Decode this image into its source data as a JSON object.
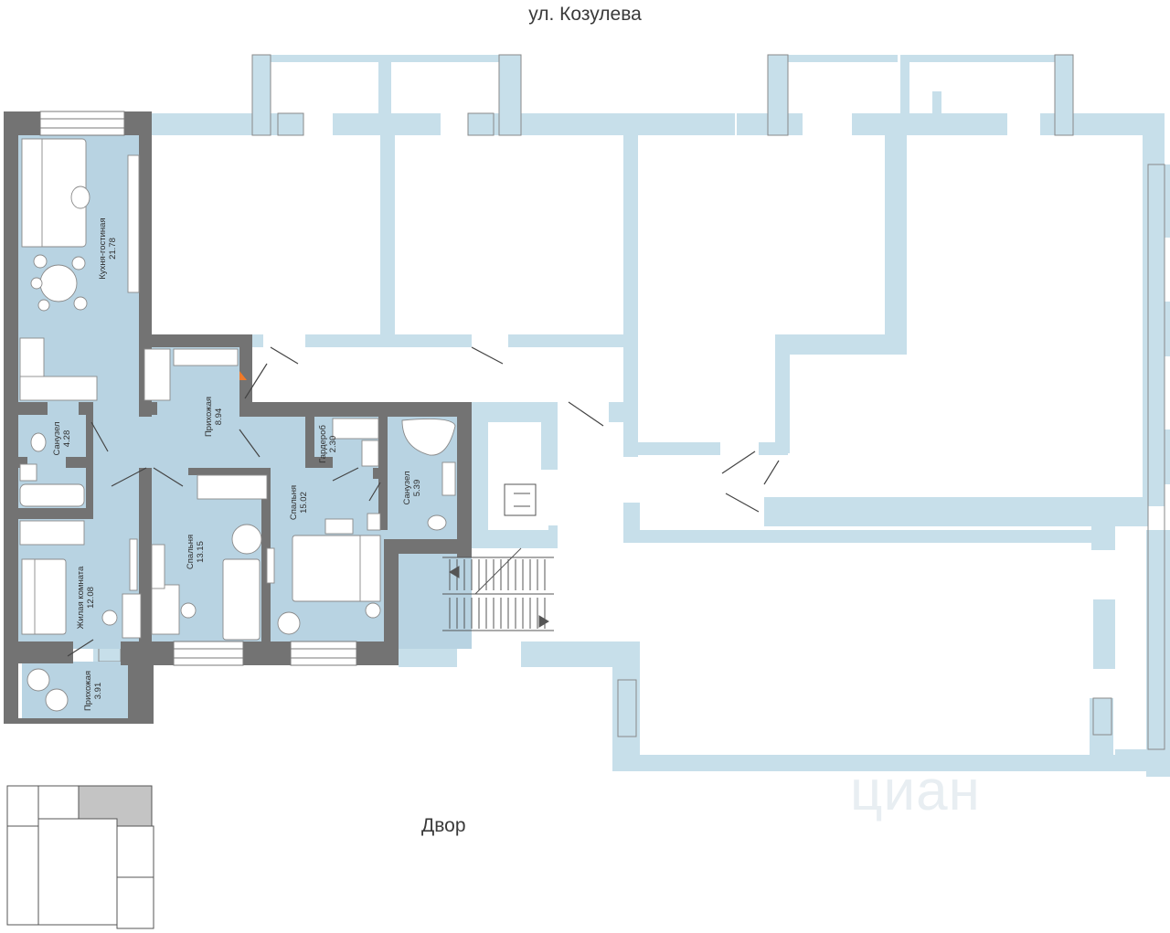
{
  "street_label": "ул. Козулева",
  "yard_label": "Двор",
  "watermark": "циан",
  "rooms": [
    {
      "id": "kitchen",
      "name": "Кухня-гостиная",
      "area": "21.78"
    },
    {
      "id": "hall-main",
      "name": "Прихожая",
      "area": "8.94"
    },
    {
      "id": "bath-1",
      "name": "Санузел",
      "area": "4.28"
    },
    {
      "id": "wardrobe",
      "name": "Гардероб",
      "area": "2.30"
    },
    {
      "id": "bath-2",
      "name": "Санузел",
      "area": "5.39"
    },
    {
      "id": "bedroom-1",
      "name": "Спальня",
      "area": "15.02"
    },
    {
      "id": "bedroom-2",
      "name": "Спальня",
      "area": "13.15"
    },
    {
      "id": "living",
      "name": "Жилая комната",
      "area": "12.08"
    },
    {
      "id": "hall-entry",
      "name": "Прихожая",
      "area": "3.91"
    }
  ],
  "colors": {
    "apartment_fill": "#b8d3e2",
    "wall": "#737373",
    "neighbor_wall": "#c7dfea",
    "highlight_block": "#c4c4c4",
    "entry_marker": "#f07a2a"
  }
}
